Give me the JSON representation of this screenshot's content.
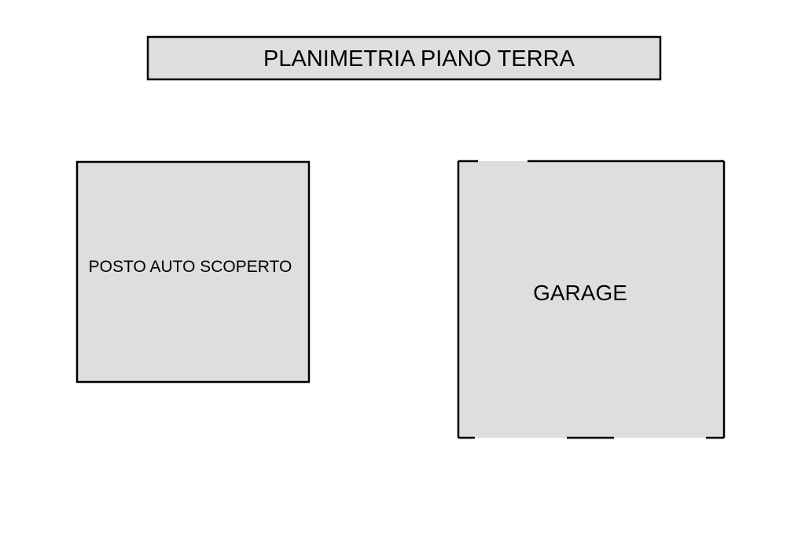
{
  "title": "PLANIMETRIA PIANO TERRA",
  "rooms": [
    {
      "label": "POSTO AUTO SCOPERTO"
    },
    {
      "label": "GARAGE"
    }
  ],
  "colors": {
    "fill": "#dedede",
    "stroke": "#000000",
    "background": "#ffffff"
  }
}
